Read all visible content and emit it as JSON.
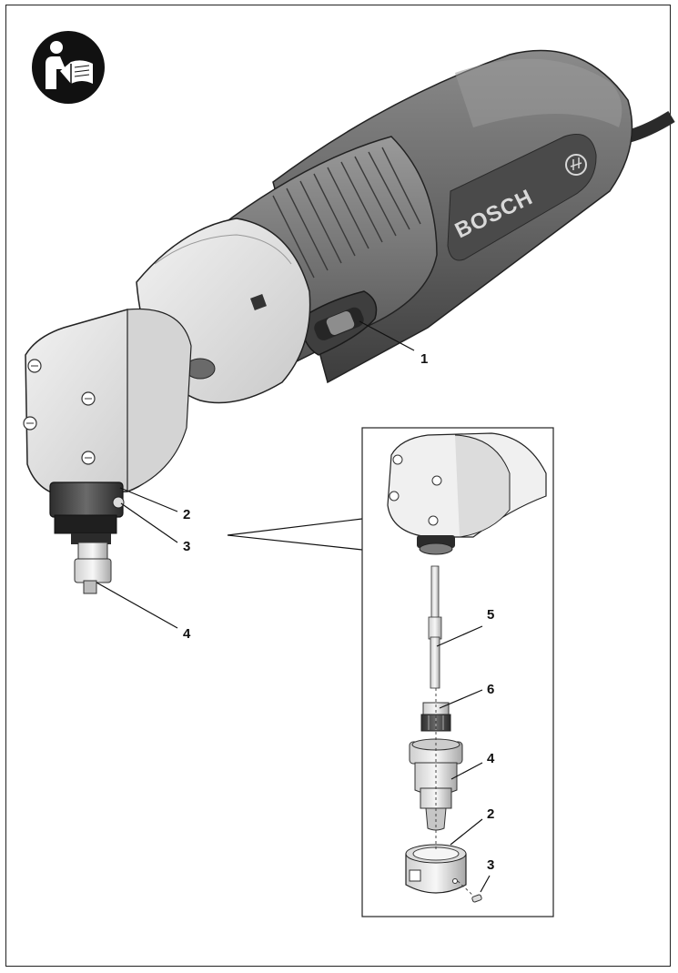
{
  "brand": "BOSCH",
  "main_callouts": {
    "c1": "1",
    "c2": "2",
    "c3": "3",
    "c4": "4"
  },
  "detail_callouts": {
    "c5": "5",
    "c6": "6",
    "c4": "4",
    "c2": "2",
    "c3": "3"
  },
  "icons": {
    "manual": "read-manual-icon"
  },
  "colors": {
    "housing_dark": "#5f5f5f",
    "housing_light": "#e2e2e2",
    "line": "#111111",
    "icon_bg": "#111111"
  }
}
